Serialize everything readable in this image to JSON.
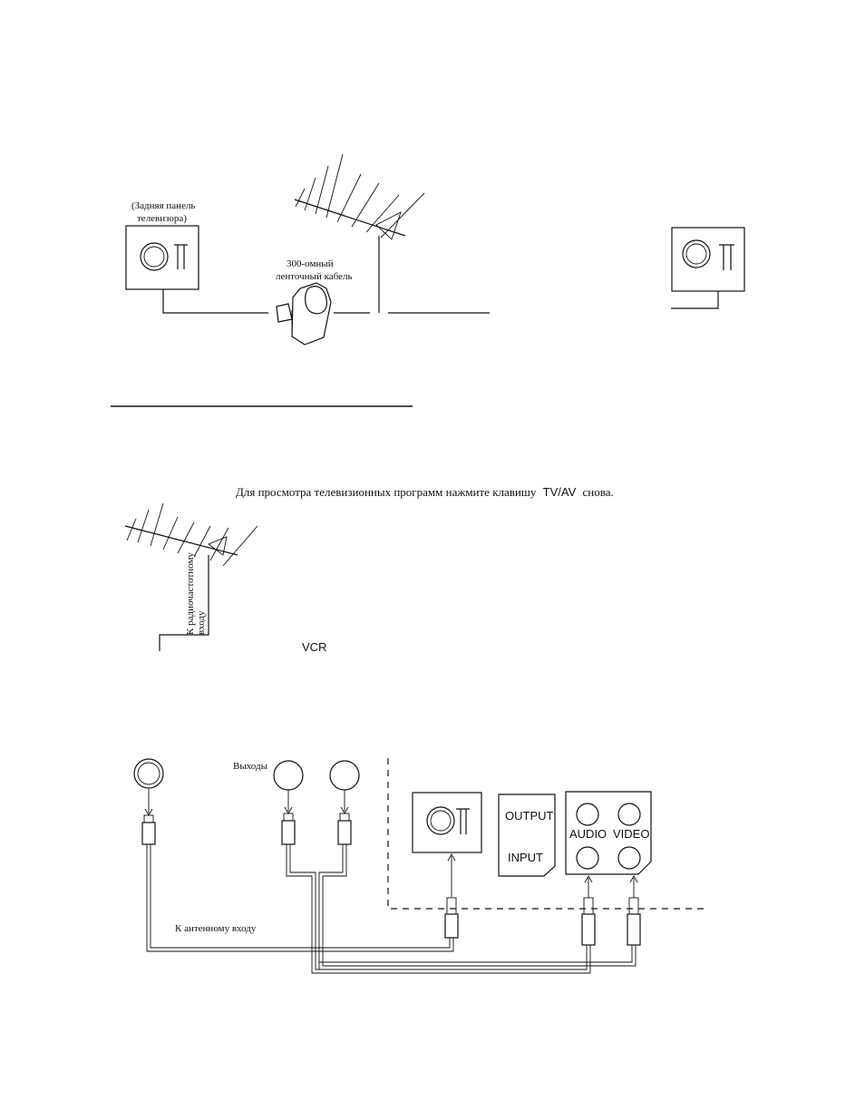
{
  "figure1": {
    "tv_rear_label_line1": "(Задняя панель",
    "tv_rear_label_line2": "телевизора)",
    "cable_label_line1": "300-омный",
    "cable_label_line2": "ленточный кабель"
  },
  "figure2": {
    "instruction": "Для просмотра телевизионных программ нажмите клавишу",
    "instruction_key": "TV/AV",
    "instruction_end": "снова.",
    "rf_label_line1": "К радиочастотному",
    "rf_label_line2": "входу",
    "vcr_label": "VCR"
  },
  "figure3": {
    "outputs_label": "Выходы",
    "antenna_input_label": "К антенному входу",
    "output_label": "OUTPUT",
    "input_label": "INPUT",
    "audio_label": "AUDIO",
    "video_label": "VIDEO"
  }
}
